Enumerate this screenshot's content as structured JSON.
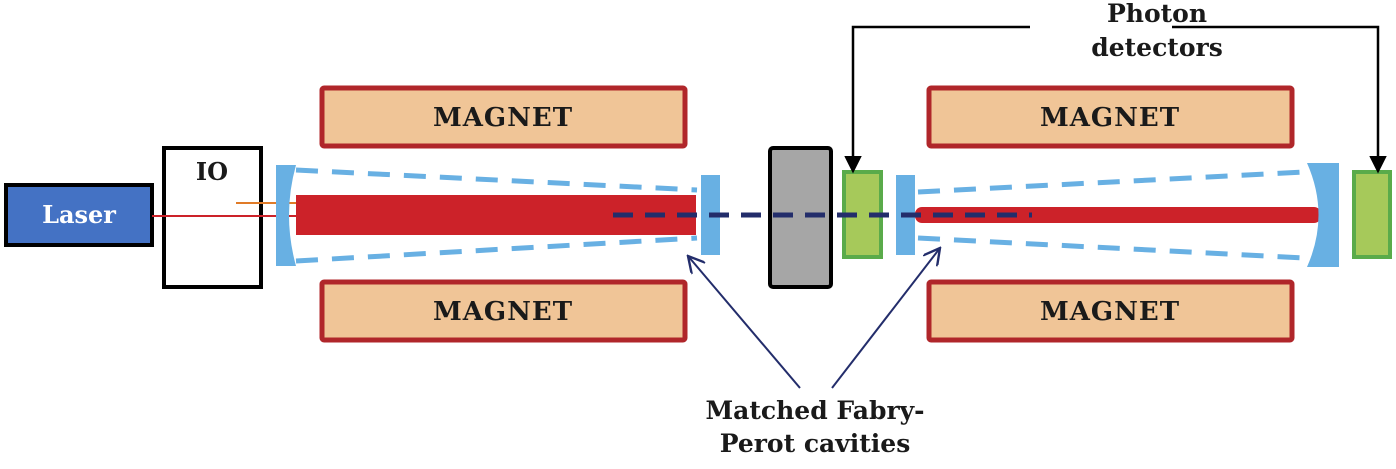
{
  "diagram": {
    "laser": {
      "label": "Laser",
      "fill": "#4472c4"
    },
    "isolator": {
      "label": "IO"
    },
    "magnets": {
      "label": "MAGNET",
      "fill": "#f0c597",
      "border": "#b0262a",
      "count": 4
    },
    "labels": {
      "photon_detectors_line1": "Photon",
      "photon_detectors_line2": "detectors",
      "cavities_line1": "Matched Fabry-",
      "cavities_line2": "Perot cavities"
    },
    "colors": {
      "beam": "#cc2229",
      "mirror": "#68b0e3",
      "cavity_outline": "#68b0e3",
      "regenerated_beam": "#232d6b",
      "wall": "#a6a6a6",
      "detector_fill": "#a6c95a",
      "detector_border": "#5aab4a",
      "sideband": "#e07b28",
      "arrow": "#000000",
      "cavity_arrow": "#232d6b"
    }
  }
}
